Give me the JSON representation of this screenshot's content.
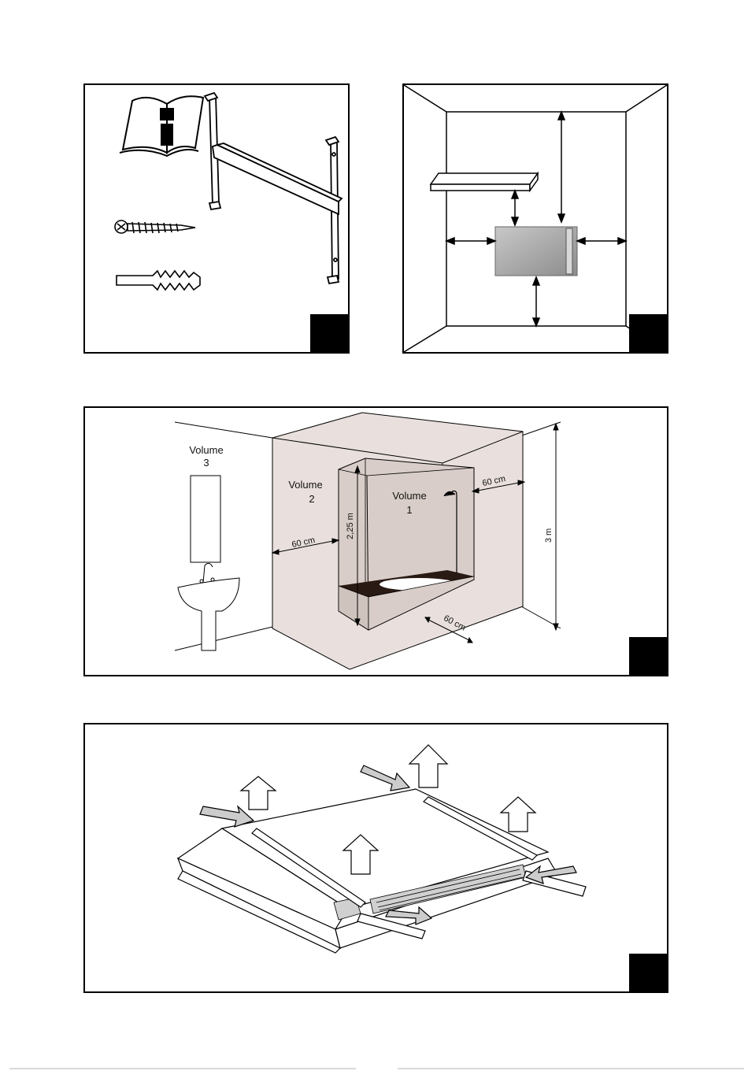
{
  "panel3": {
    "volume3": "Volume",
    "volume3_num": "3",
    "volume2": "Volume",
    "volume2_num": "2",
    "volume1": "Volume",
    "volume1_num": "1",
    "dim_left": "60 cm",
    "dim_right": "60 cm",
    "dim_bottom": "60 cm",
    "dim_height_inner": "2,25 m",
    "dim_height_total": "3 m"
  },
  "colors": {
    "zone_fill": "#e9e0dd",
    "zone_dark": "#c8bdb8",
    "heater_gray": "#a8a8a8",
    "tub_dark": "#2a1a14"
  }
}
